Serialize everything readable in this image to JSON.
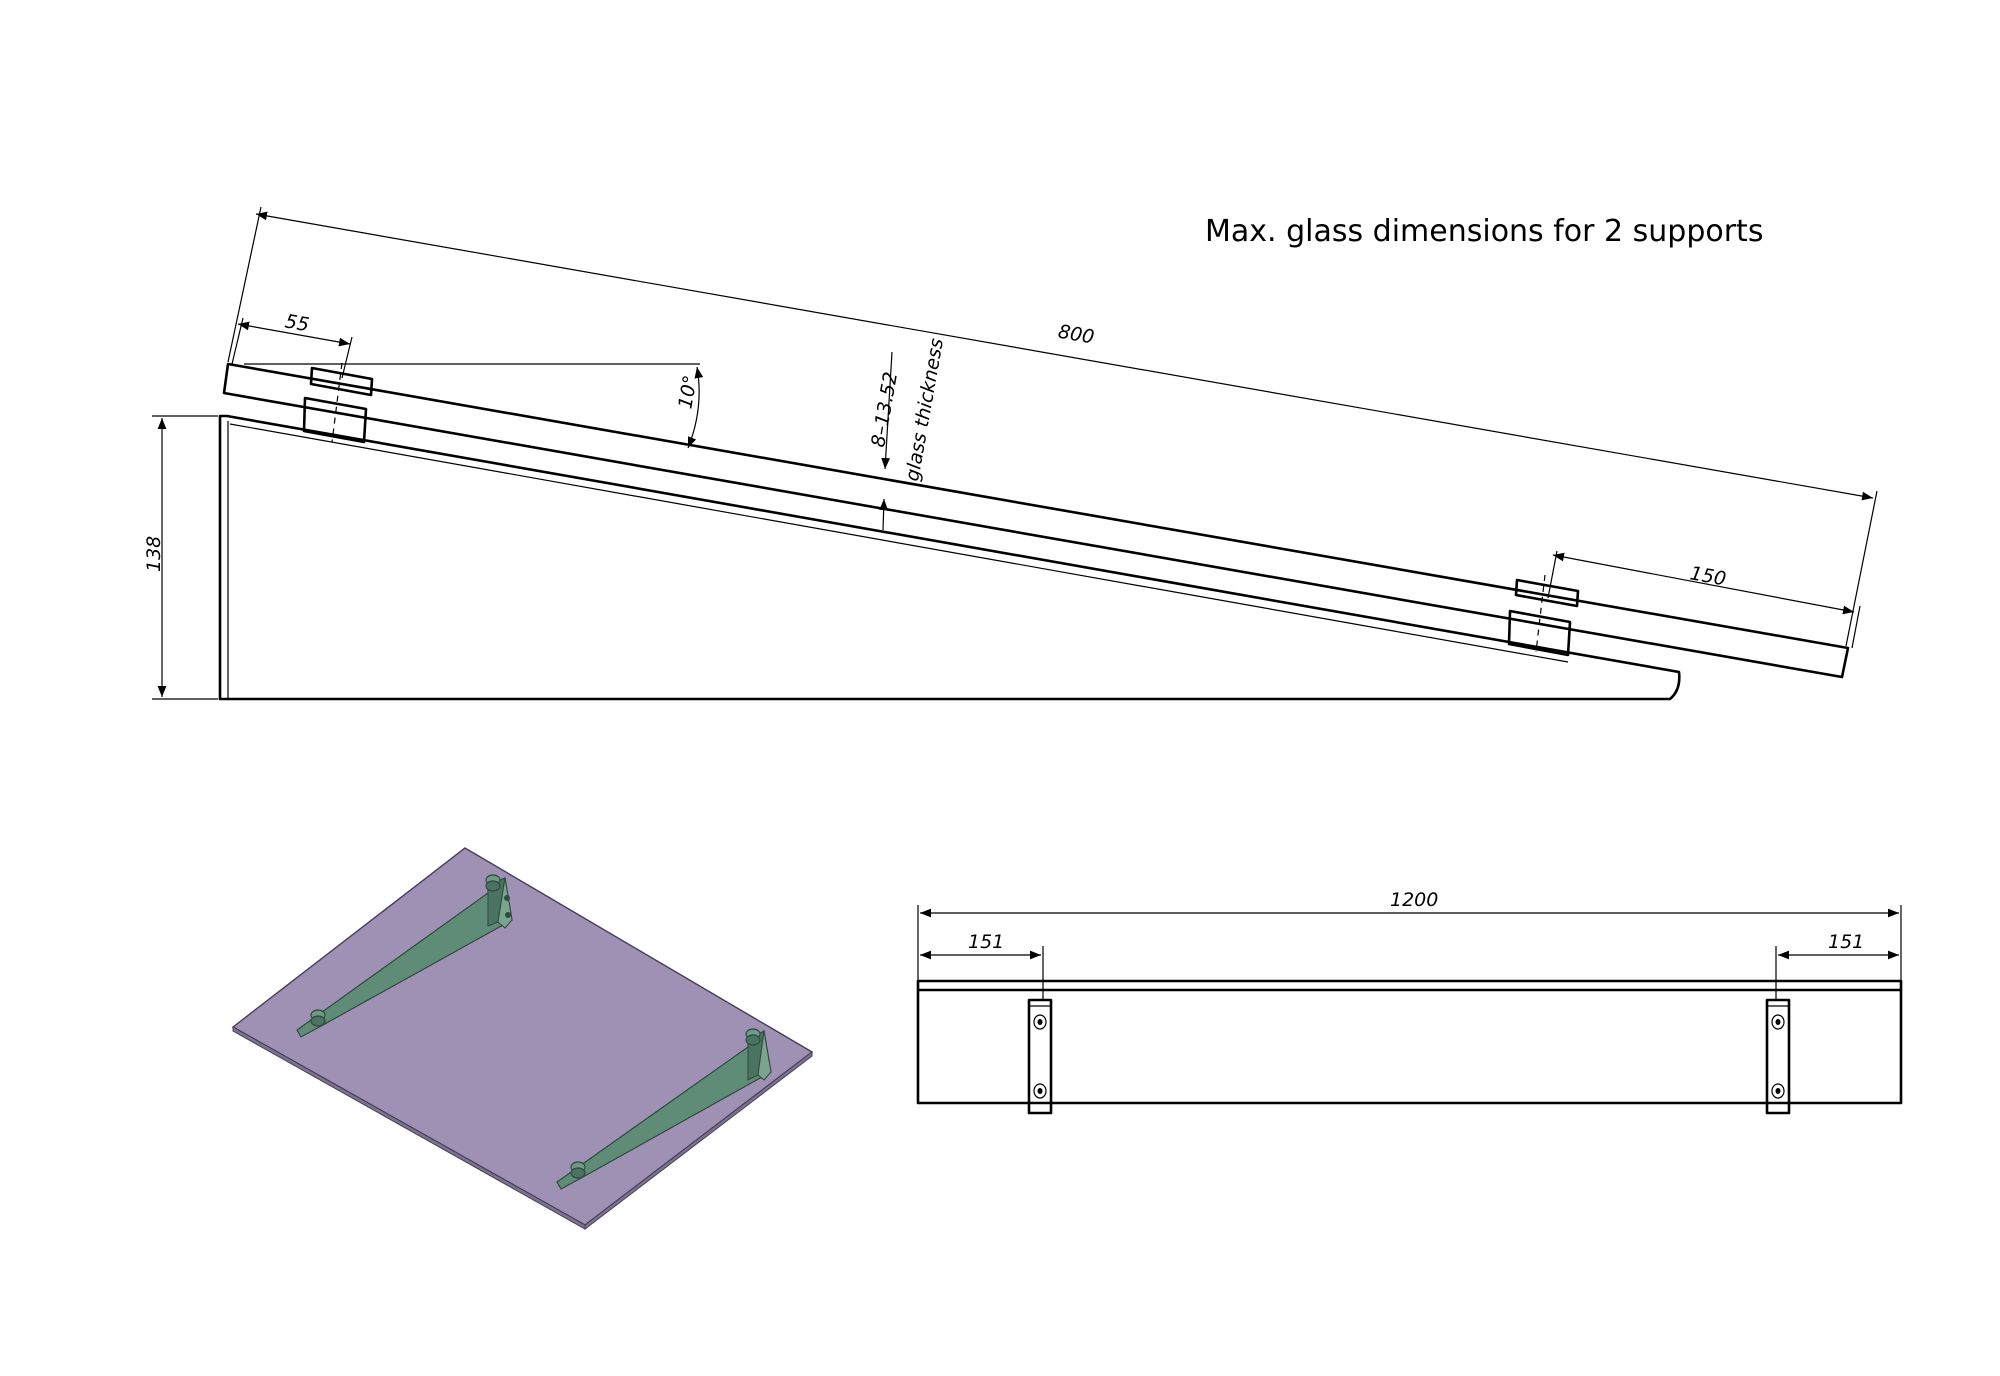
{
  "title": "Max. glass dimensions for 2 supports",
  "side_view": {
    "length": "800",
    "offset_left": "55",
    "offset_right": "150",
    "angle": "10°",
    "thickness_value": "8–13.52",
    "thickness_label": "glass thickness",
    "height": "138"
  },
  "front_view": {
    "width": "1200",
    "offset_left": "151",
    "offset_right": "151"
  },
  "colors": {
    "glass": "#9e91b3",
    "bracket": "#5f8c76",
    "line": "#000000"
  }
}
